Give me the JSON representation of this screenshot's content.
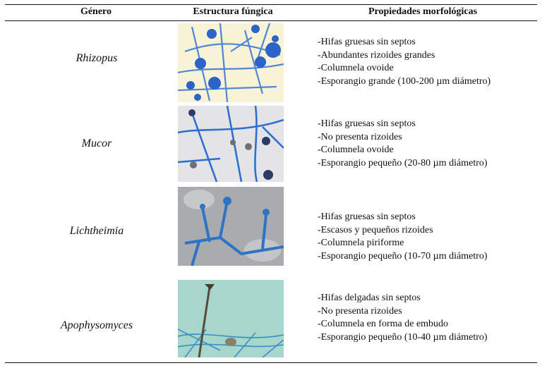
{
  "header": {
    "genus": "Género",
    "structure": "Estructura fúngica",
    "properties": "Propiedades morfológicas"
  },
  "rows": [
    {
      "genus": "Rhizopus",
      "image_colors": {
        "background": "#f8f2d6",
        "stain": "#2b63c8"
      },
      "properties": [
        "-Hifas gruesas sin septos",
        "-Abundantes rizoides grandes",
        "-Columnela ovoide",
        "-Esporangio grande (100-200 µm diámetro)"
      ]
    },
    {
      "genus": "Mucor",
      "image_colors": {
        "background": "#e4e4e6",
        "stain": "#2f6fd0"
      },
      "properties": [
        "-Hifas gruesas sin septos",
        "-No presenta rizoides",
        "-Columnela ovoide",
        "-Esporangio pequeño (20-80 µm diámetro)"
      ]
    },
    {
      "genus": "Lichtheimia",
      "image_colors": {
        "background": "#a9acae",
        "stain": "#2f74c4"
      },
      "properties": [
        "-Hifas gruesas sin septos",
        "-Escasos y pequeños rizoides",
        "-Columnela piriforme",
        "-Esporangio pequeño (10-70 µm diámetro)"
      ]
    },
    {
      "genus": "Apophysomyces",
      "image_colors": {
        "background": "#a6d6cc",
        "stain": "#3a8ec8"
      },
      "properties": [
        "-Hifas delgadas sin septos",
        "-No presenta rizoides",
        "-Columnela en forma de embudo",
        "-Esporangio pequeño (10-40 µm diámetro)"
      ]
    }
  ]
}
